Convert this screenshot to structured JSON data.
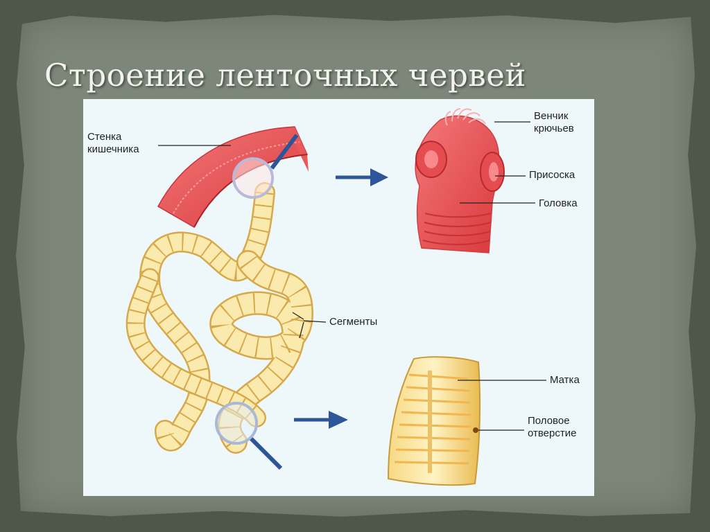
{
  "slide": {
    "title": "Строение ленточных червей"
  },
  "labels": {
    "intestine_wall": "Стенка\nкишечника",
    "hook_crown": "Венчик\nкрючьев",
    "sucker": "Присоска",
    "head": "Головка",
    "segments": "Сегменты",
    "uterus": "Матка",
    "genital_opening": "Половое\nотверстие"
  },
  "colors": {
    "arrow": "#2d5597",
    "worm_body": "#f6e3a0",
    "head_red": "#ee5d5f"
  }
}
